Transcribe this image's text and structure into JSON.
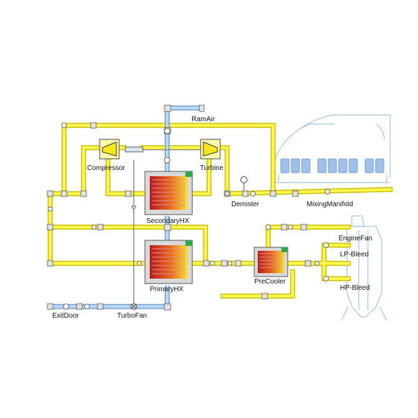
{
  "labels": {
    "ram_air": "RamAir",
    "compressor": "Compressor",
    "turbine": "Turbine",
    "secondary_hx": "SecondaryHX",
    "primary_hx": "PrimaryHX",
    "demister": "Demister",
    "mixing_manifold": "MixingManifold",
    "engine_fan": "EngineFan",
    "lp_bleed": "LP-Bleed",
    "hp_bleed": "HP-Bleed",
    "precooler": "PreCooler",
    "exit_door": "ExitDoor",
    "turbo_fan": "TurboFan"
  },
  "colors": {
    "bleed_air_pipe": "#f5e81a",
    "ram_air_pipe": "#9fc6ea",
    "hx_hot": "#c0202a",
    "hx_cold": "#f6d21a",
    "outline": "#333333"
  }
}
